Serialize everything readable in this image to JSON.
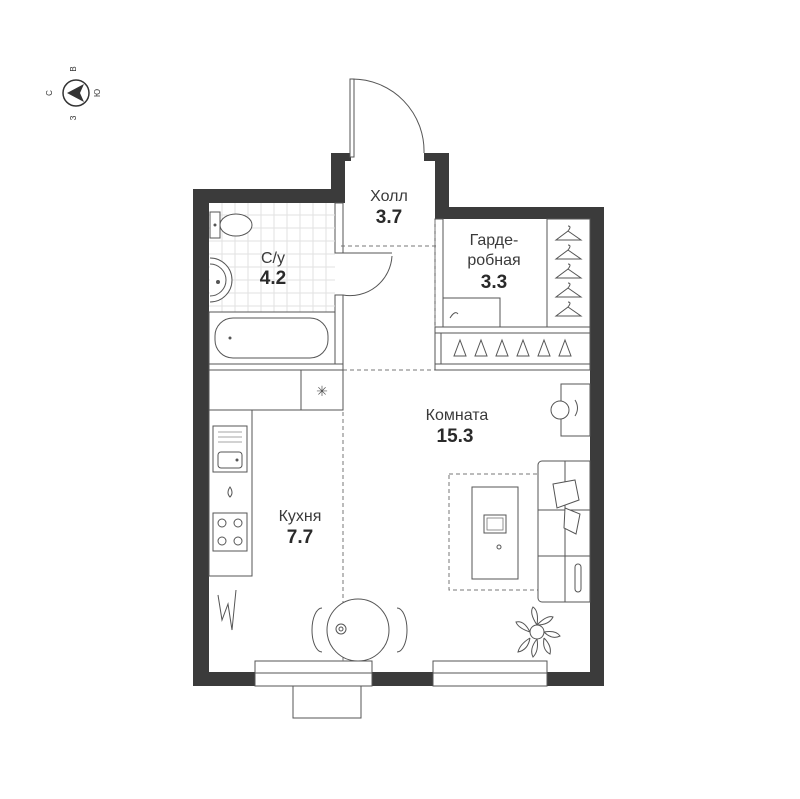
{
  "compass": {
    "north": "С",
    "east": "В",
    "south": "Ю",
    "west": "З"
  },
  "rooms": {
    "hall": {
      "name": "Холл",
      "area": "3.7"
    },
    "bathroom": {
      "name": "С/у",
      "area": "4.2"
    },
    "wardrobe": {
      "name_line1": "Гарде-",
      "name_line2": "робная",
      "area": "3.3"
    },
    "living": {
      "name": "Комната",
      "area": "15.3"
    },
    "kitchen": {
      "name": "Кухня",
      "area": "7.7"
    }
  },
  "colors": {
    "wall": "#3b3b3b",
    "line": "#555555",
    "tile": "#e6e6e6"
  }
}
